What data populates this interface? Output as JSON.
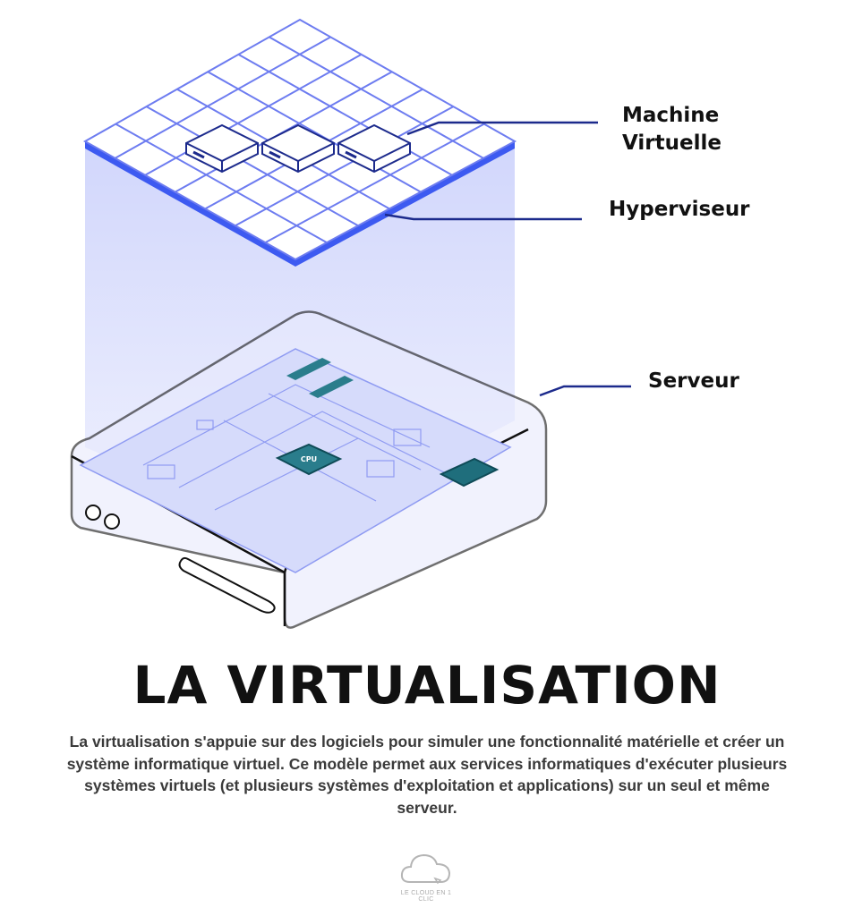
{
  "labels": {
    "vm": [
      "Machine",
      "Virtuelle"
    ],
    "hypervisor": "Hyperviseur",
    "server": "Serveur",
    "cpu_chip": "CPU"
  },
  "title": "LA VIRTUALISATION",
  "description": "La virtualisation s'appuie sur des logiciels pour simuler une fonctionnalité matérielle et créer un système informatique virtuel. Ce modèle permet aux services informatiques d'exécuter plusieurs systèmes virtuels (et plusieurs systèmes d'exploitation et applications) sur un seul et même serveur.",
  "logo": {
    "text": "LE CLOUD EN 1 CLIC"
  },
  "colors": {
    "accent": "#3d5af1",
    "grid": "#6d7cf0",
    "column": "#dfe2fb",
    "chip": "#2a7d8c",
    "line": "#1c2a8c"
  }
}
